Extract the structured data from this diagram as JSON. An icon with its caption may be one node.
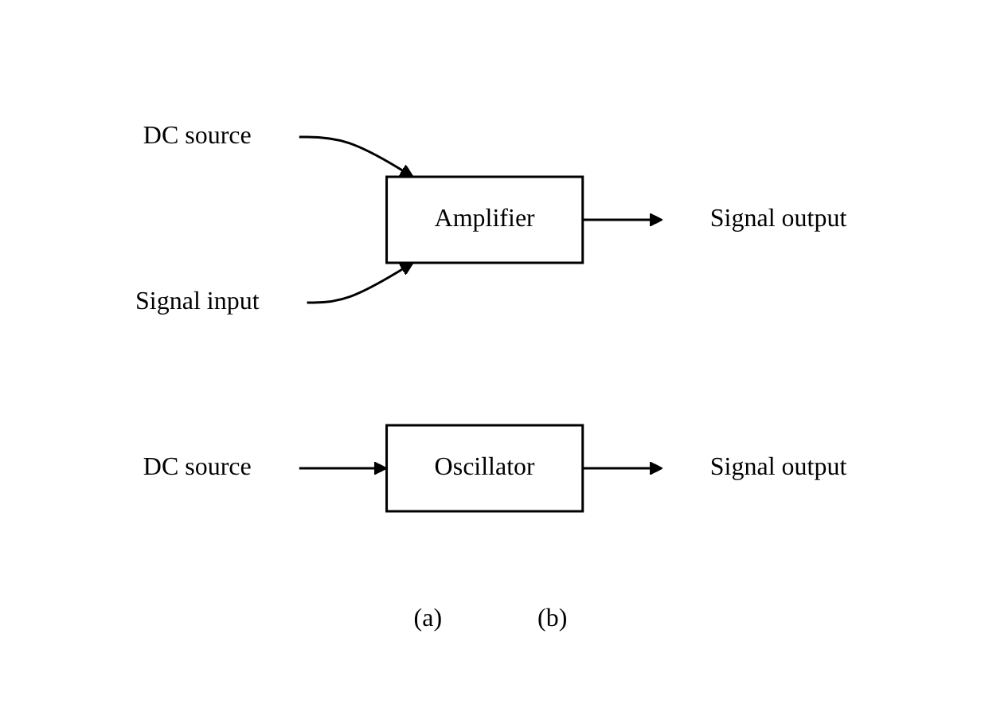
{
  "diagram": {
    "nodes": [
      {
        "text": [
          "DC source"
        ]
      },
      {
        "text": [
          "Signal input"
        ]
      },
      {
        "text": [
          "Amplifier"
        ]
      },
      {
        "text": [
          "Signal output"
        ]
      },
      {
        "text": [
          "DC source"
        ]
      },
      {
        "text": [
          "Oscillator"
        ]
      },
      {
        "text": [
          "Signal output"
        ]
      }
    ],
    "edges": [
      {
        "from": 0,
        "to": 2,
        "arrow": "to"
      },
      {
        "from": 1,
        "to": 2,
        "arrow": "to"
      },
      {
        "from": 2,
        "to": 3,
        "arrow": "to"
      },
      {
        "from": 4,
        "to": 5,
        "arrow": "to"
      },
      {
        "from": 5,
        "to": 6,
        "arrow": "to"
      }
    ],
    "labels": [
      "(a)",
      "(b)"
    ]
  }
}
